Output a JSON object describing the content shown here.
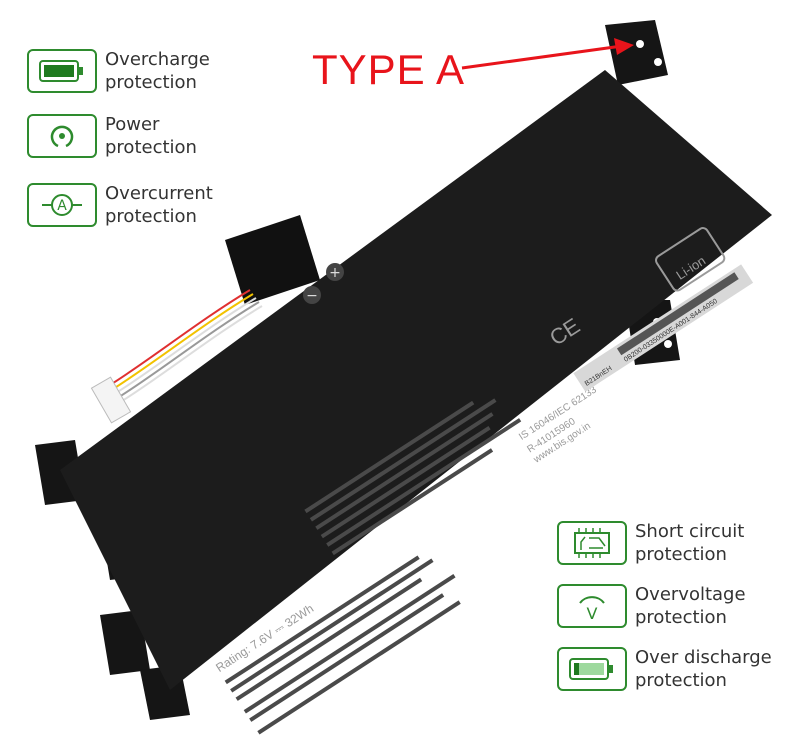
{
  "callout": {
    "label": "TYPE A",
    "color": "#e8141b"
  },
  "features_left": [
    {
      "icon": "battery-full-icon",
      "line1": "Overcharge",
      "line2": "protection"
    },
    {
      "icon": "power-icon",
      "line1": "Power",
      "line2": "protection"
    },
    {
      "icon": "ammeter-icon",
      "line1": "Overcurrent",
      "line2": "protection"
    }
  ],
  "features_right": [
    {
      "icon": "circuit-board-icon",
      "line1": "Short circuit",
      "line2": "protection"
    },
    {
      "icon": "voltage-icon",
      "line1": "Overvoltage",
      "line2": "protection"
    },
    {
      "icon": "battery-low-icon",
      "line1": "Over discharge",
      "line2": "protection"
    }
  ],
  "battery_label": {
    "rating": "Rating: 7.6V ⎓ 32Wh",
    "barcode_model": "B21BnEH",
    "barcode_number": "0B200-03350000E-A001-844-A050",
    "standard": "IS 16046/IEC 62133",
    "registration": "R-41015960",
    "website": "www.bis.gov.in",
    "chemistry": "Li-ion",
    "minus": "−",
    "plus": "+"
  },
  "colors": {
    "accent_green": "#2e8b2e",
    "battery_body": "#1c1c1c"
  }
}
